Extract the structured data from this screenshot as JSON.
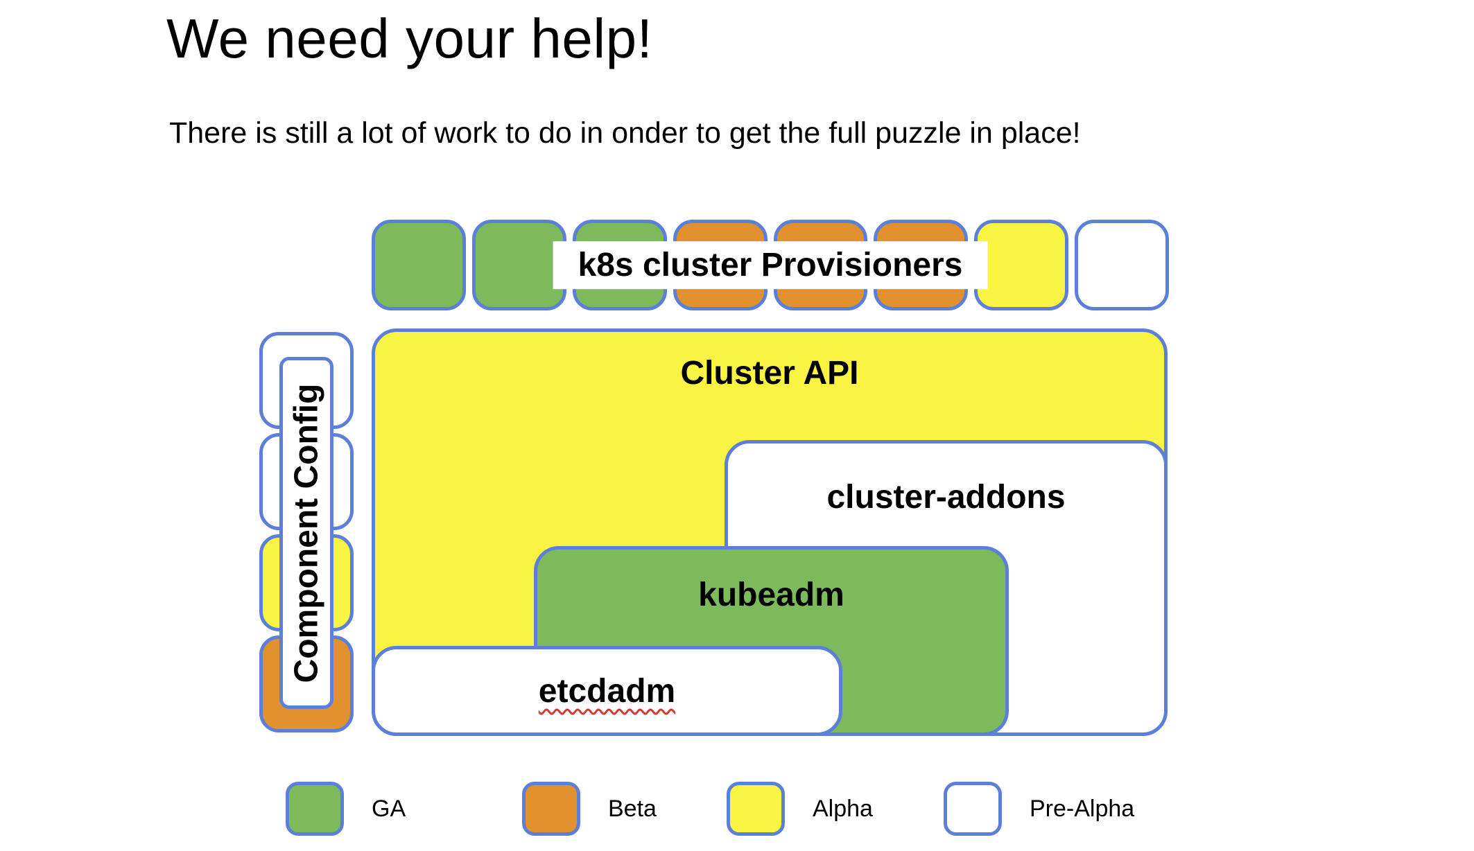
{
  "page": {
    "title": "We need your help!",
    "subtitle": "There is still a lot of work to do in onder to get the full puzzle in place!"
  },
  "colors": {
    "ga_green": "#7CBA5C",
    "beta_orange": "#E2912F",
    "alpha_yellow": "#F9F444",
    "pre_alpha_white": "#FFFFFF",
    "outline_blue": "#5C80D8",
    "spellcheck_red": "#D63A2F"
  },
  "diagram": {
    "provisioner_row": {
      "label": "k8s cluster Provisioners",
      "pieces": [
        {
          "status": "GA",
          "color": "#7CBA5C"
        },
        {
          "status": "GA",
          "color": "#7CBA5C"
        },
        {
          "status": "GA",
          "color": "#7CBA5C"
        },
        {
          "status": "Beta",
          "color": "#E2912F"
        },
        {
          "status": "Beta",
          "color": "#E2912F"
        },
        {
          "status": "Beta",
          "color": "#E2912F"
        },
        {
          "status": "Alpha",
          "color": "#F9F444"
        },
        {
          "status": "Pre-Alpha",
          "color": "#FFFFFF"
        }
      ]
    },
    "component_config": {
      "label": "Component Config",
      "pieces": [
        {
          "status": "Pre-Alpha",
          "color": "#FFFFFF"
        },
        {
          "status": "Pre-Alpha",
          "color": "#FFFFFF"
        },
        {
          "status": "Alpha",
          "color": "#F9F444"
        },
        {
          "status": "Beta",
          "color": "#E2912F"
        }
      ]
    },
    "boxes": {
      "cluster_api": {
        "label": "Cluster API",
        "status": "Alpha",
        "color": "#F9F444"
      },
      "cluster_addons": {
        "label": "cluster-addons",
        "status": "Pre-Alpha",
        "color": "#FFFFFF"
      },
      "kubeadm": {
        "label": "kubeadm",
        "status": "GA",
        "color": "#7CBA5C"
      },
      "etcdadm": {
        "label": "etcdadm",
        "status": "Pre-Alpha",
        "color": "#FFFFFF"
      }
    }
  },
  "legend": {
    "items": [
      {
        "label": "GA",
        "color": "#7CBA5C"
      },
      {
        "label": "Beta",
        "color": "#E2912F"
      },
      {
        "label": "Alpha",
        "color": "#F9F444"
      },
      {
        "label": "Pre-Alpha",
        "color": "#FFFFFF"
      }
    ]
  }
}
